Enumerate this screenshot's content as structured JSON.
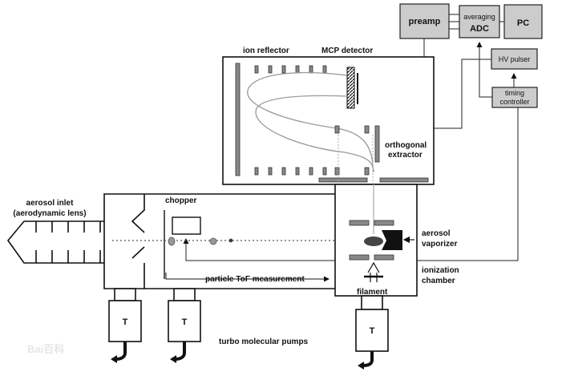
{
  "labels": {
    "preamp": "preamp",
    "averaging": "averaging",
    "adc": "ADC",
    "pc": "PC",
    "hv_pulser": "HV pulser",
    "timing_line1": "timing",
    "timing_line2": "controller",
    "ion_reflector": "ion reflector",
    "mcp_detector": "MCP detector",
    "orthogonal_line1": "orthogonal",
    "orthogonal_line2": "extractor",
    "aerosol_inlet_line1": "aerosol inlet",
    "aerosol_inlet_line2": "(aerodynamic lens)",
    "chopper": "chopper",
    "aerosol_vaporizer_line1": "aerosol",
    "aerosol_vaporizer_line2": "vaporizer",
    "particle_tof": "particle ToF measurement",
    "ionization_line1": "ionization",
    "ionization_line2": "chamber",
    "filament": "filament",
    "pump_t": "T",
    "turbo_pumps": "turbo molecular pumps"
  },
  "watermark": "Bai百科",
  "colors": {
    "box_fill": "#cccccc",
    "line": "#222222",
    "vaporizer": "#111111",
    "particle": "#999999"
  }
}
